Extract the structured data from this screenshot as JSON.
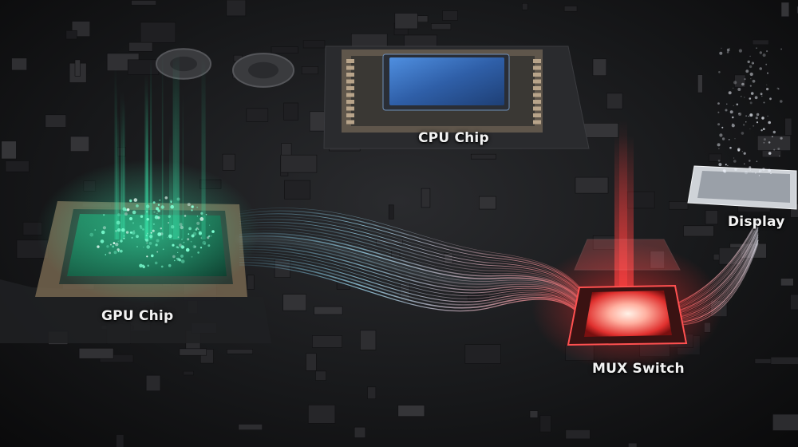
{
  "labels": {
    "gpu": "GPU Chip",
    "cpu": "CPU Chip",
    "mux": "MUX Switch",
    "display": "Display"
  },
  "colors": {
    "gpu_glow": "#37e3a8",
    "cpu_die": "#3a7bd5",
    "mux_glow": "#ff3b3b",
    "signal": "#8fd8ff",
    "board": "#222326"
  }
}
